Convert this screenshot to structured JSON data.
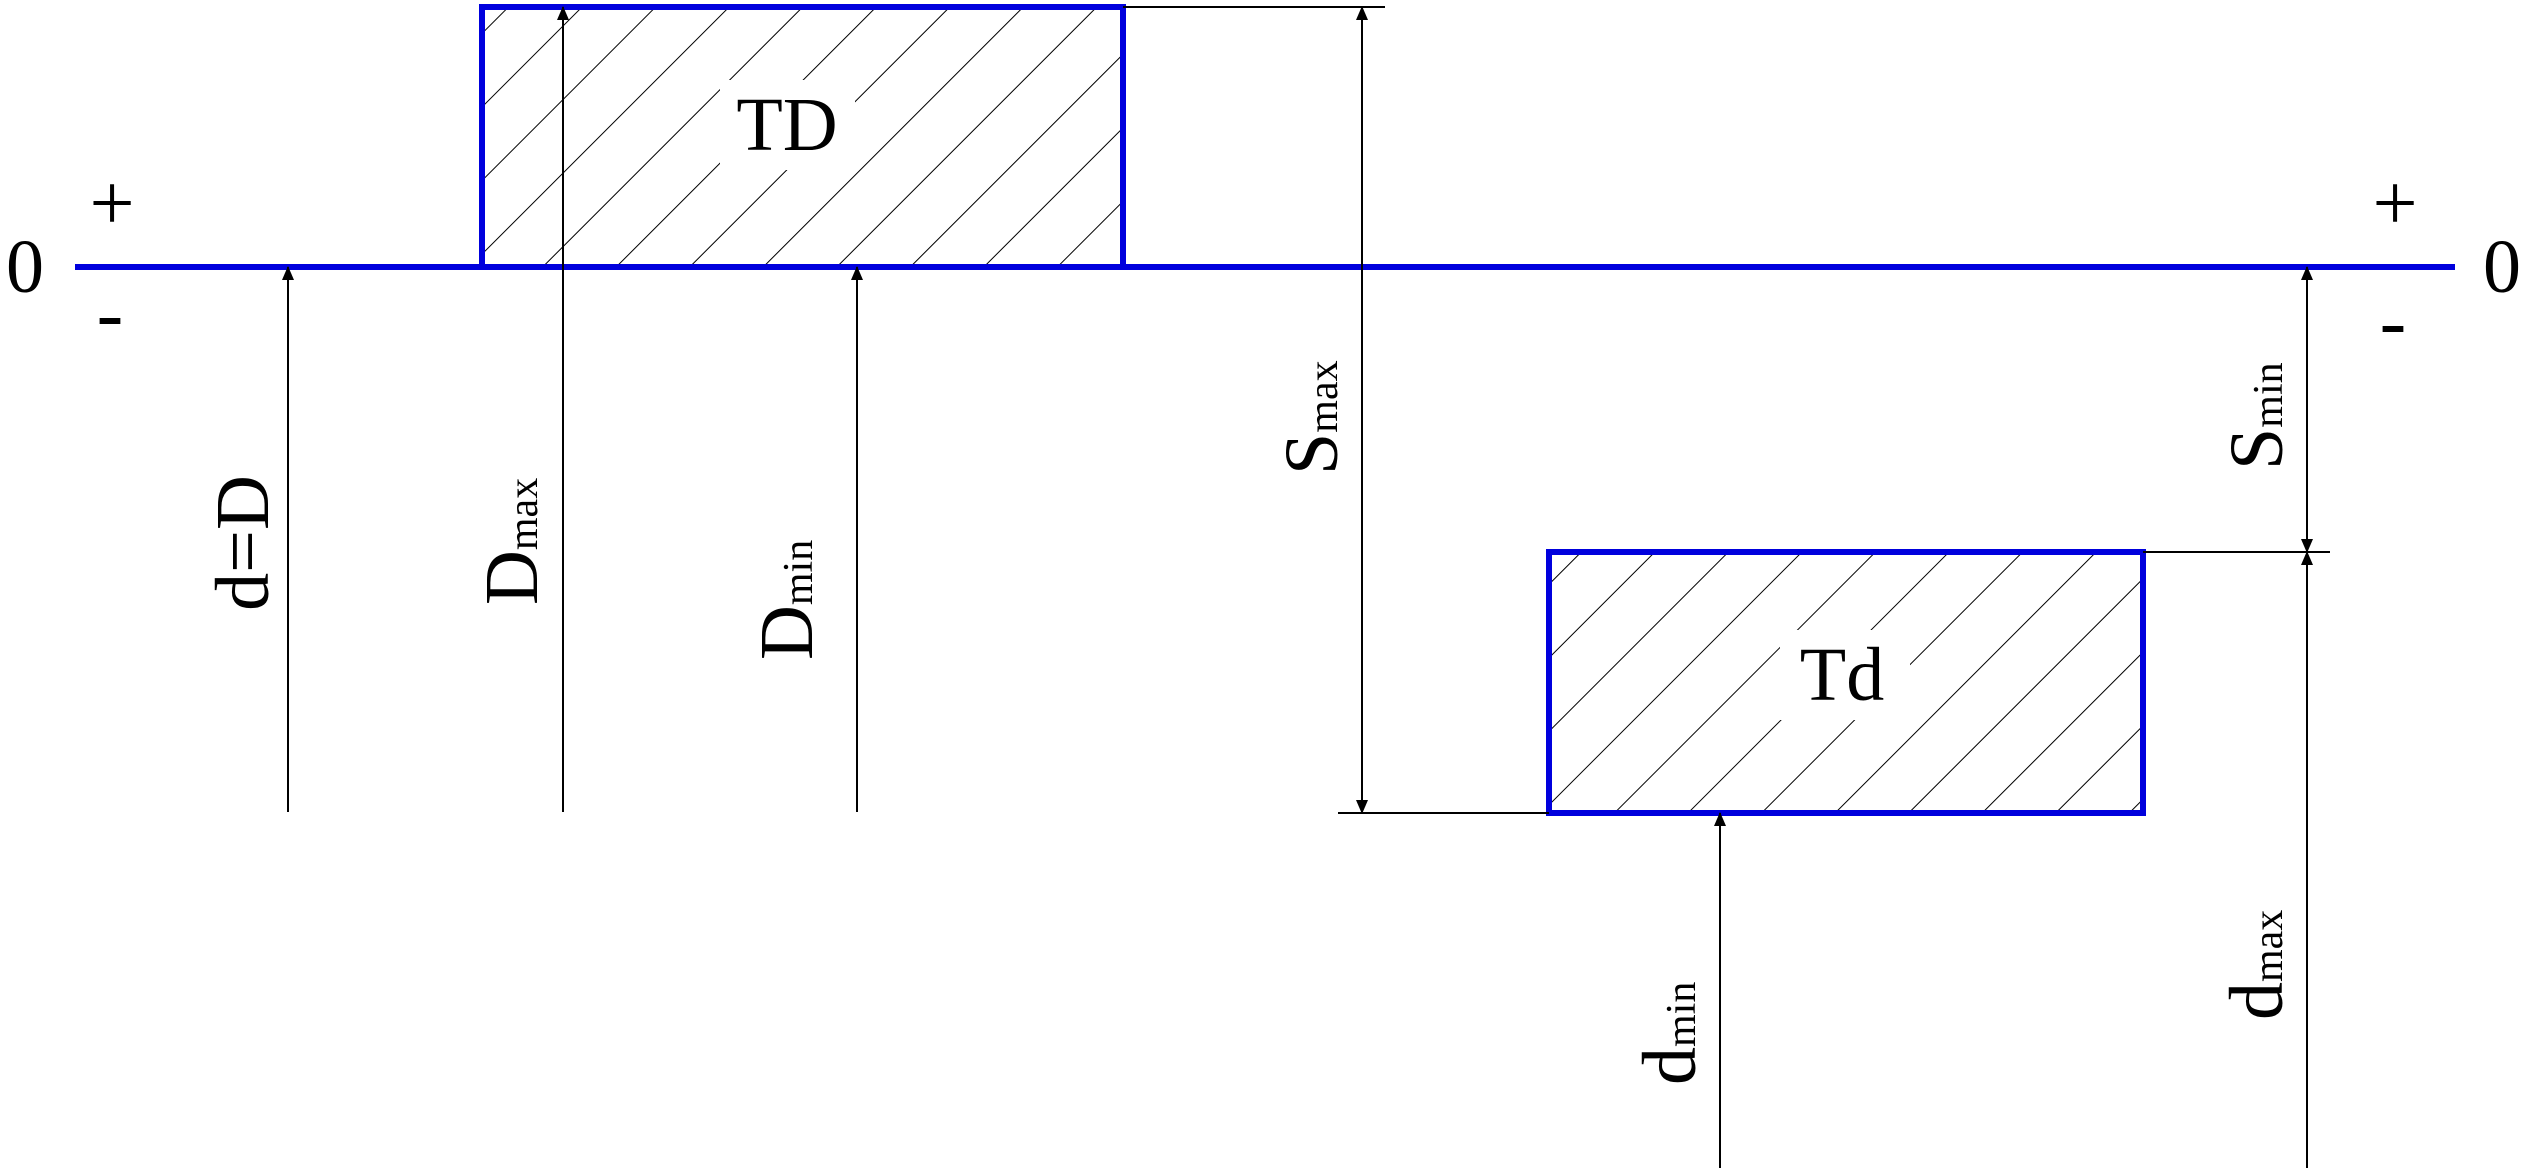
{
  "zero_line": {
    "left_zero": "0",
    "right_zero": "0",
    "left_plus": "+",
    "left_minus": "-",
    "right_plus": "+",
    "right_minus": "-"
  },
  "zones": {
    "hole": {
      "label": "TD"
    },
    "shaft": {
      "label": "Td"
    }
  },
  "dimensions": {
    "nominal": "d=D",
    "d_max_hole": {
      "main": "D",
      "sub": "max"
    },
    "d_min_hole": {
      "main": "D",
      "sub": "min"
    },
    "s_max": {
      "main": "S",
      "sub": "max"
    },
    "s_min": {
      "main": "S",
      "sub": "min"
    },
    "d_min_shaft": {
      "main": "d",
      "sub": "min"
    },
    "d_max_shaft": {
      "main": "d",
      "sub": "max"
    }
  },
  "colors": {
    "zero_line": "#0000dd",
    "zone_outline": "#0000dd",
    "lines": "#000000"
  }
}
